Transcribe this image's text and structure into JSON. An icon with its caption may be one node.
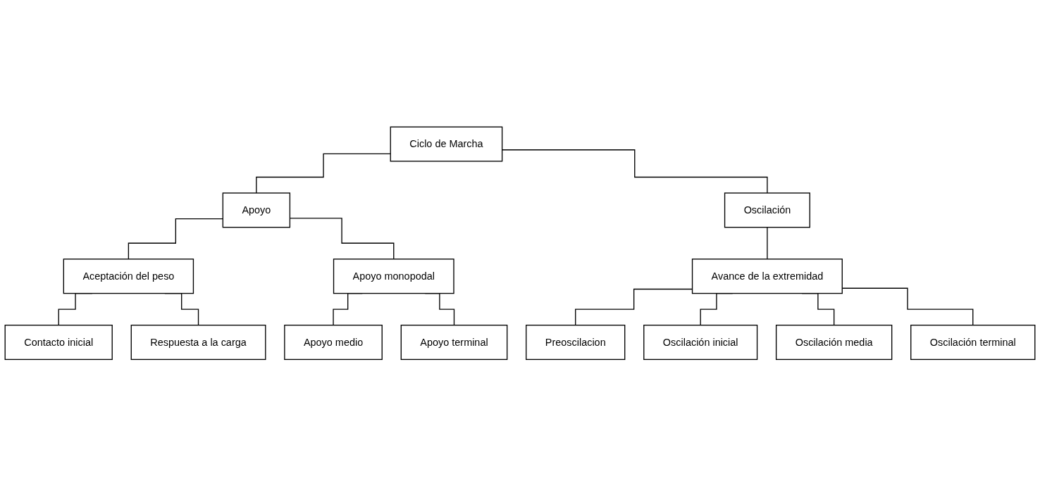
{
  "diagram": {
    "nodes": [
      {
        "text": [
          "Ciclo de Marcha"
        ]
      },
      {
        "text": [
          "Apoyo"
        ]
      },
      {
        "text": [
          "Oscilación"
        ]
      },
      {
        "text": [
          "Aceptación del peso"
        ]
      },
      {
        "text": [
          "Apoyo monopodal"
        ]
      },
      {
        "text": [
          "Avance de la extremidad"
        ]
      },
      {
        "text": [
          "Contacto inicial"
        ]
      },
      {
        "text": [
          "Respuesta a la carga"
        ]
      },
      {
        "text": [
          "Apoyo medio"
        ]
      },
      {
        "text": [
          "Apoyo terminal"
        ]
      },
      {
        "text": [
          "Preoscilacion"
        ]
      },
      {
        "text": [
          "Oscilación inicial"
        ]
      },
      {
        "text": [
          "Oscilación media"
        ]
      },
      {
        "text": [
          "Oscilación terminal"
        ]
      }
    ],
    "edges": [
      {
        "from": 0,
        "to": 1,
        "arrow": "none"
      },
      {
        "from": 0,
        "to": 2,
        "arrow": "none"
      },
      {
        "from": 1,
        "to": 3,
        "arrow": "none"
      },
      {
        "from": 1,
        "to": 4,
        "arrow": "none"
      },
      {
        "from": 2,
        "to": 5,
        "arrow": "none"
      },
      {
        "from": 3,
        "to": 6,
        "arrow": "none"
      },
      {
        "from": 3,
        "to": 7,
        "arrow": "none"
      },
      {
        "from": 4,
        "to": 8,
        "arrow": "none"
      },
      {
        "from": 4,
        "to": 9,
        "arrow": "none"
      },
      {
        "from": 5,
        "to": 10,
        "arrow": "none"
      },
      {
        "from": 5,
        "to": 11,
        "arrow": "none"
      },
      {
        "from": 5,
        "to": 12,
        "arrow": "none"
      },
      {
        "from": 5,
        "to": 13,
        "arrow": "none"
      }
    ]
  }
}
